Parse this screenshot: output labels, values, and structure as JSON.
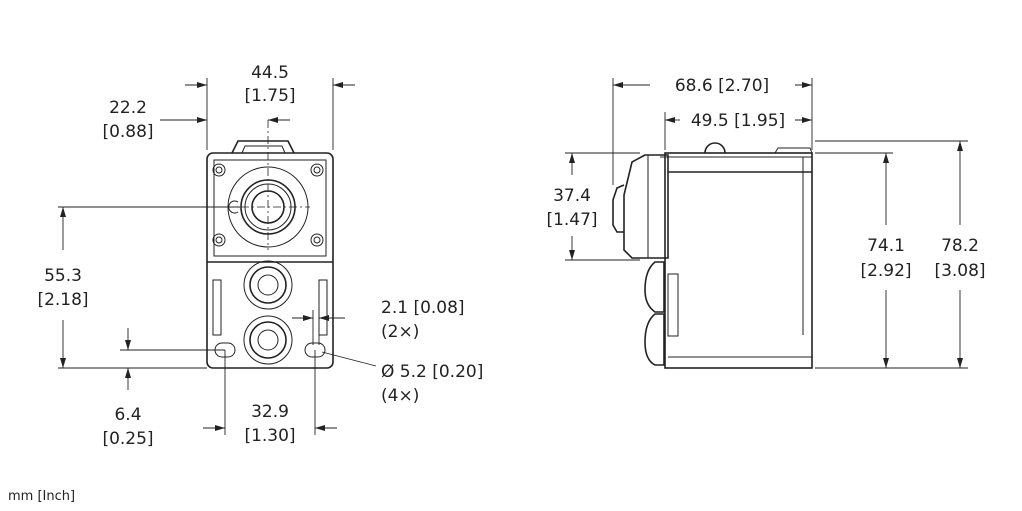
{
  "units_label": "mm [Inch]",
  "front_view": {
    "width": {
      "mm": "44.5",
      "in": "[1.75]"
    },
    "center_x": {
      "mm": "22.2",
      "in": "[0.88]"
    },
    "center_height": {
      "mm": "55.3",
      "in": "[2.18]"
    },
    "hole_height": {
      "mm": "6.4",
      "in": "[0.25]"
    },
    "hole_spacing": {
      "mm": "32.9",
      "in": "[1.30]"
    },
    "slot_width": {
      "text": "2.1 [0.08]",
      "count": "(2×)"
    },
    "hole_diameter": {
      "text": "Ø 5.2 [0.20]",
      "count": "(4×)"
    }
  },
  "side_view": {
    "overall_depth": {
      "text": "68.6 [2.70]"
    },
    "body_depth": {
      "text": "49.5 [1.95]"
    },
    "lens_height": {
      "mm": "37.4",
      "in": "[1.47]"
    },
    "body_height": {
      "mm": "74.1",
      "in": "[2.92]"
    },
    "overall_height": {
      "mm": "78.2",
      "in": "[3.08]"
    }
  }
}
